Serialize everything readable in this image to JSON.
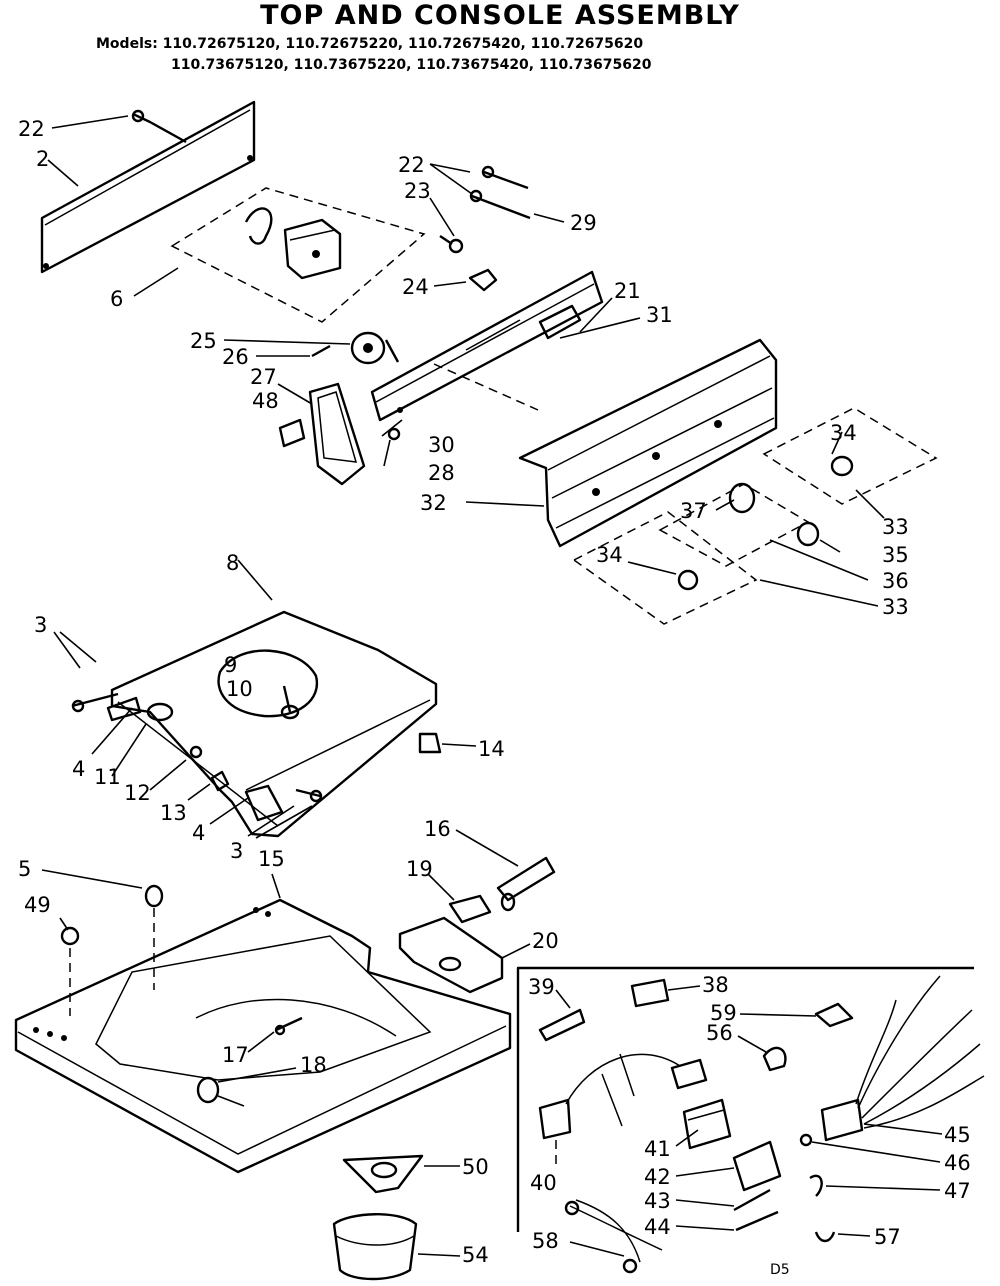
{
  "title": "TOP AND CONSOLE ASSEMBLY",
  "models": {
    "label": "Models:",
    "line1": "110.72675120, 110.72675220, 110.72675420, 110.72675620",
    "line2": "110.73675120, 110.73675220, 110.73675420, 110.73675620"
  },
  "callouts": {
    "c22a": "22",
    "c2": "2",
    "c22b": "22",
    "c23": "23",
    "c29": "29",
    "c6": "6",
    "c24": "24",
    "c21": "21",
    "c31": "31",
    "c25": "25",
    "c26": "26",
    "c27": "27",
    "c48": "48",
    "c30": "30",
    "c28": "28",
    "c32": "32",
    "c34a": "34",
    "c33a": "33",
    "c37": "37",
    "c35": "35",
    "c36": "36",
    "c34b": "34",
    "c33b": "33",
    "c8": "8",
    "c3a": "3",
    "c9": "9",
    "c10": "10",
    "c4a": "4",
    "c11": "11",
    "c12": "12",
    "c13": "13",
    "c4b": "4",
    "c14": "14",
    "c3b": "3",
    "c5": "5",
    "c49": "49",
    "c15": "15",
    "c16": "16",
    "c19": "19",
    "c20": "20",
    "c17": "17",
    "c18": "18",
    "c50": "50",
    "c54": "54",
    "c39": "39",
    "c38": "38",
    "c59": "59",
    "c56": "56",
    "c40": "40",
    "c41": "41",
    "c42": "42",
    "c43": "43",
    "c44": "44",
    "c45": "45",
    "c46": "46",
    "c47": "47",
    "c58": "58",
    "c57": "57"
  },
  "footer_code": "D5"
}
